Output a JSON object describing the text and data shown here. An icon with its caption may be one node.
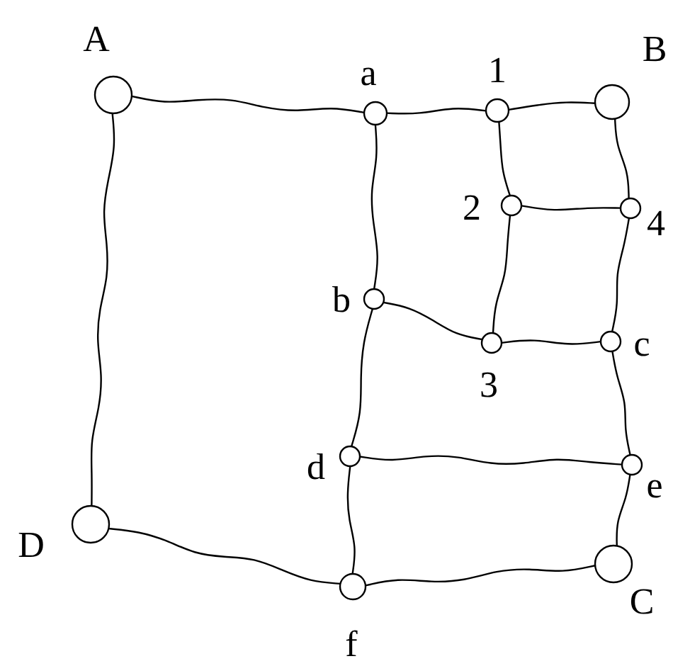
{
  "diagram": {
    "nodes": [
      {
        "text": [],
        "shape": "circle",
        "beside": [
          "A"
        ]
      },
      {
        "text": [],
        "shape": "circle",
        "beside": [
          "a"
        ]
      },
      {
        "text": [],
        "shape": "circle",
        "beside": [
          "1"
        ]
      },
      {
        "text": [],
        "shape": "circle",
        "beside": [
          "B"
        ]
      },
      {
        "text": [],
        "shape": "circle",
        "beside": [
          "2"
        ]
      },
      {
        "text": [],
        "shape": "circle",
        "beside": [
          "4"
        ]
      },
      {
        "text": [],
        "shape": "circle",
        "beside": [
          "b"
        ]
      },
      {
        "text": [],
        "shape": "circle",
        "beside": [
          "3"
        ]
      },
      {
        "text": [],
        "shape": "circle",
        "beside": [
          "c"
        ]
      },
      {
        "text": [],
        "shape": "circle",
        "beside": [
          "d"
        ]
      },
      {
        "text": [],
        "shape": "circle",
        "beside": [
          "e"
        ]
      },
      {
        "text": [],
        "shape": "circle",
        "beside": [
          "D"
        ]
      },
      {
        "text": [],
        "shape": "circle",
        "beside": [
          "f"
        ]
      },
      {
        "text": [],
        "shape": "circle",
        "beside": [
          "C"
        ]
      }
    ],
    "edges": [
      {
        "from": 0,
        "to": 1,
        "arrow": "none"
      },
      {
        "from": 1,
        "to": 2,
        "arrow": "none"
      },
      {
        "from": 2,
        "to": 3,
        "arrow": "none"
      },
      {
        "from": 0,
        "to": 11,
        "arrow": "none"
      },
      {
        "from": 1,
        "to": 6,
        "arrow": "none"
      },
      {
        "from": 2,
        "to": 4,
        "arrow": "none"
      },
      {
        "from": 4,
        "to": 5,
        "arrow": "none"
      },
      {
        "from": 3,
        "to": 5,
        "arrow": "none"
      },
      {
        "from": 4,
        "to": 7,
        "arrow": "none"
      },
      {
        "from": 6,
        "to": 7,
        "arrow": "none"
      },
      {
        "from": 7,
        "to": 8,
        "arrow": "none"
      },
      {
        "from": 5,
        "to": 8,
        "arrow": "none"
      },
      {
        "from": 6,
        "to": 9,
        "arrow": "none"
      },
      {
        "from": 9,
        "to": 10,
        "arrow": "none"
      },
      {
        "from": 8,
        "to": 10,
        "arrow": "none"
      },
      {
        "from": 11,
        "to": 12,
        "arrow": "none"
      },
      {
        "from": 12,
        "to": 13,
        "arrow": "none"
      },
      {
        "from": 10,
        "to": 13,
        "arrow": "none"
      },
      {
        "from": 9,
        "to": 12,
        "arrow": "none"
      }
    ]
  }
}
